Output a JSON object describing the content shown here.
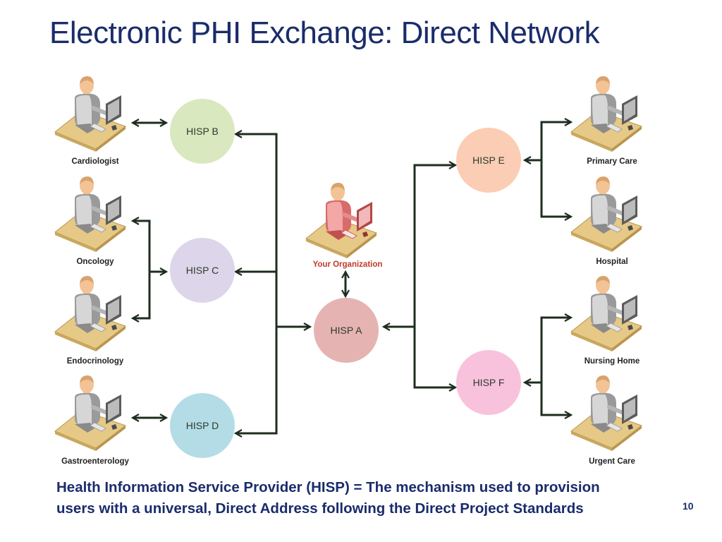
{
  "slide": {
    "title": "Electronic PHI Exchange: Direct Network",
    "caption_line1": "Health Information Service Provider (HISP) = The mechanism used to provision",
    "caption_line2": "users with a universal, Direct Address following the Direct Project Standards",
    "page_number": "10"
  },
  "hisps": [
    {
      "id": "b",
      "label": "HISP B",
      "color": "#d9e8be"
    },
    {
      "id": "c",
      "label": "HISP C",
      "color": "#ddd5ea"
    },
    {
      "id": "d",
      "label": "HISP D",
      "color": "#b4dce6"
    },
    {
      "id": "a",
      "label": "HISP A",
      "color": "#e6b3b3"
    },
    {
      "id": "e",
      "label": "HISP E",
      "color": "#fbcdb4"
    },
    {
      "id": "f",
      "label": "HISP F",
      "color": "#f9c2dc"
    }
  ],
  "workstations": [
    {
      "id": "cardiologist",
      "label": "Cardiologist",
      "icon": "clinician-workstation-icon"
    },
    {
      "id": "oncology",
      "label": "Oncology",
      "icon": "clinician-workstation-icon"
    },
    {
      "id": "endocrinology",
      "label": "Endocrinology",
      "icon": "clinician-workstation-icon"
    },
    {
      "id": "gastroenterology",
      "label": "Gastroenterology",
      "icon": "clinician-workstation-icon"
    },
    {
      "id": "primary-care",
      "label": "Primary Care",
      "icon": "clinician-workstation-icon"
    },
    {
      "id": "hospital",
      "label": "Hospital",
      "icon": "clinician-workstation-icon"
    },
    {
      "id": "nursing-home",
      "label": "Nursing Home",
      "icon": "clinician-workstation-icon"
    },
    {
      "id": "urgent-care",
      "label": "Urgent Care",
      "icon": "clinician-workstation-icon"
    },
    {
      "id": "your-organization",
      "label": "Your Organization",
      "icon": "organization-workstation-icon",
      "label_color": "#c0392b"
    }
  ]
}
